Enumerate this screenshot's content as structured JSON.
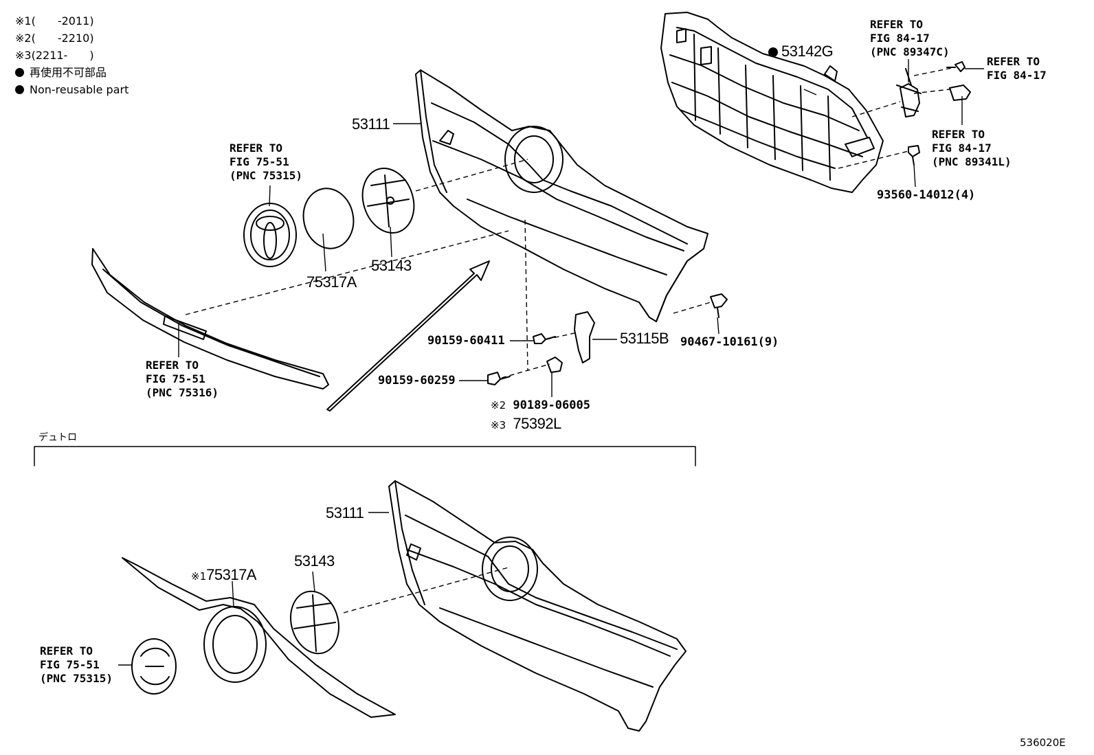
{
  "legend": {
    "line1": "※1(　　-2011)",
    "line2": "※2(　　-2210)",
    "line3": "※3(2211-　　)",
    "line4": "再使用不可部品",
    "line5": "Non-reusable part"
  },
  "section_label": "デュトロ",
  "figure_id": "536020E",
  "refs": {
    "fig_75_51_pnc_75315_top": [
      "REFER TO",
      "FIG 75-51",
      "(PNC 75315)"
    ],
    "fig_75_51_pnc_75316": [
      "REFER TO",
      "FIG 75-51",
      "(PNC 75316)"
    ],
    "fig_84_17_pnc_89347c": [
      "REFER TO",
      "FIG 84-17",
      "(PNC 89347C)"
    ],
    "fig_84_17_plain": [
      "REFER TO",
      "FIG 84-17"
    ],
    "fig_84_17_pnc_89341l": [
      "REFER TO",
      "FIG 84-17",
      "(PNC 89341L)"
    ],
    "fig_75_51_pnc_75315_bottom": [
      "REFER TO",
      "FIG 75-51",
      "(PNC 75315)"
    ]
  },
  "parts": {
    "p53142G": "53142G",
    "p53111_top": "53111",
    "p53143_top": "53143",
    "p75317A_top": "75317A",
    "p93560": "93560-14012(4)",
    "p90159_60411": "90159-60411",
    "p53115B": "53115B",
    "p90467": "90467-10161(9)",
    "p90159_60259": "90159-60259",
    "p90189_note": "※2",
    "p90189": "90189-06005",
    "p75392L_note": "※3",
    "p75392L": "75392L",
    "p53111_bottom": "53111",
    "p53143_bottom": "53143",
    "p75317A_bottom_note": "※1",
    "p75317A_bottom": "75317A"
  },
  "colors": {
    "line": "#000000",
    "background": "#ffffff"
  }
}
